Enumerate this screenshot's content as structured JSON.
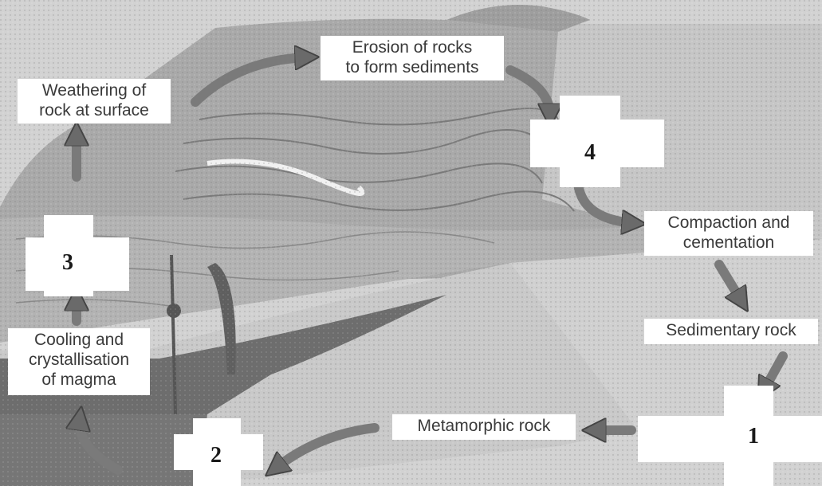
{
  "labels": {
    "weathering": [
      "Weathering of",
      "rock at surface"
    ],
    "erosion": [
      "Erosion of rocks",
      "to form sediments"
    ],
    "compaction": [
      "Compaction and",
      "cementation"
    ],
    "sedimentary": "Sedimentary rock",
    "metamorphic": "Metamorphic rock",
    "cooling": [
      "Cooling and",
      "crystallisation",
      "of magma"
    ]
  },
  "blanks": {
    "one": "1",
    "two": "2",
    "three": "3",
    "four": "4"
  },
  "colors": {
    "background": "#bdbdbd",
    "sky": "#d6d6d6",
    "sediment_layers": "#9a9a9a",
    "rock_mass": "#a8a8a8",
    "metamorphic_zone": "#cdcdcd",
    "magma": "#6f6f6f",
    "arrow": "#7a7a7a",
    "box": "#ffffff"
  }
}
